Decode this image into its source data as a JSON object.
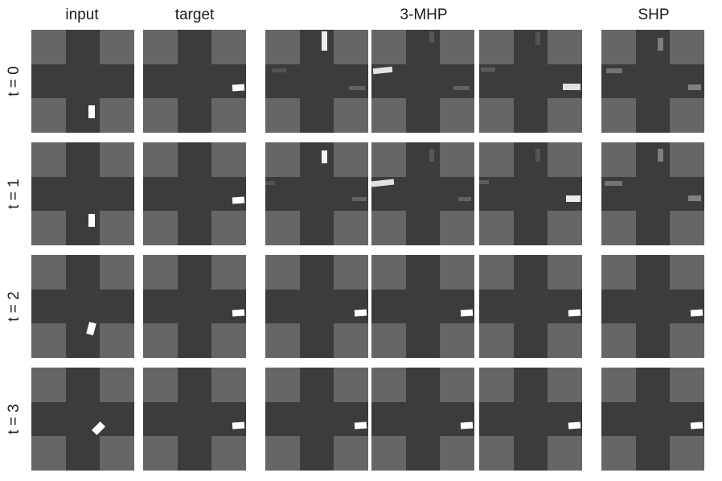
{
  "columns": {
    "input": "input",
    "target": "target",
    "mhp": "3-MHP",
    "shp": "SHP"
  },
  "rows": [
    "t = 0",
    "t = 1",
    "t = 2",
    "t = 3"
  ],
  "colors": {
    "road": "#3c3c3c",
    "block": "#666666",
    "car": "#ffffff",
    "ghost": "#9a9a9a"
  }
}
